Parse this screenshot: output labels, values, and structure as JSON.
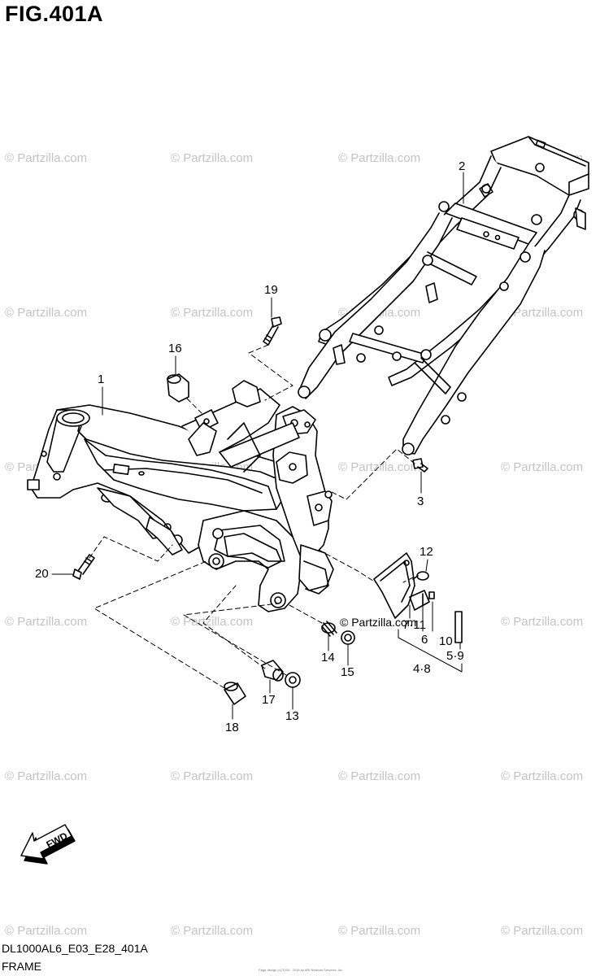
{
  "figure": {
    "title": "FIG.401A",
    "code": "DL1000AL6_E03_E28_401A",
    "caption": "FRAME"
  },
  "watermark": "© Partzilla.com",
  "inline_watermark": "© Partzilla.com",
  "copyright_line": "Page design (c) 2004 - 2015 by ARI Network Services, Inc.",
  "direction_badge": {
    "label": "FWD"
  },
  "callouts": [
    {
      "id": "c1",
      "label": "1"
    },
    {
      "id": "c2",
      "label": "2"
    },
    {
      "id": "c3",
      "label": "3"
    },
    {
      "id": "c4_8",
      "label": "4·8"
    },
    {
      "id": "c5_9",
      "label": "5·9"
    },
    {
      "id": "c6",
      "label": "6"
    },
    {
      "id": "c7_11",
      "label": "7·11"
    },
    {
      "id": "c10",
      "label": "10"
    },
    {
      "id": "c12",
      "label": "12"
    },
    {
      "id": "c13",
      "label": "13"
    },
    {
      "id": "c14",
      "label": "14"
    },
    {
      "id": "c15",
      "label": "15"
    },
    {
      "id": "c16",
      "label": "16"
    },
    {
      "id": "c17",
      "label": "17"
    },
    {
      "id": "c18",
      "label": "18"
    },
    {
      "id": "c19",
      "label": "19"
    },
    {
      "id": "c20",
      "label": "20"
    }
  ],
  "colors": {
    "line": "#000000",
    "watermark": "#c4c4c4",
    "background": "#ffffff"
  }
}
